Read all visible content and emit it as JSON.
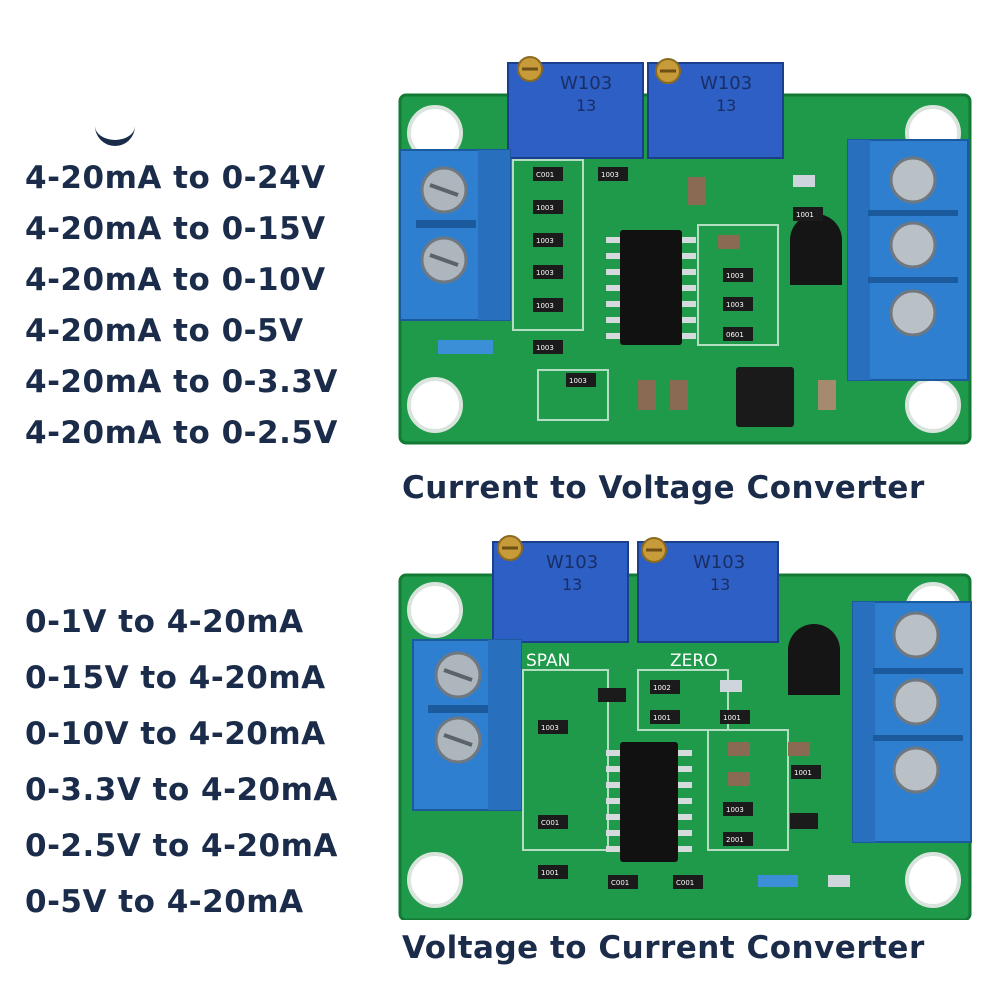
{
  "top_section": {
    "ranges": [
      "4-20mA to 0-24V",
      "4-20mA to 0-15V",
      "4-20mA to 0-10V",
      "4-20mA to 0-5V",
      "4-20mA to 0-3.3V",
      "4-20mA to 0-2.5V"
    ],
    "caption": "Current to Voltage Converter",
    "board": {
      "pot_labels": [
        "W103",
        "W103"
      ],
      "pot_sub_labels": [
        "13",
        "13"
      ],
      "resistor_codes": [
        "C001",
        "1003",
        "1003",
        "1003",
        "1003",
        "1003",
        "1003",
        "1003",
        "1003",
        "0601",
        "1001",
        "1003"
      ]
    }
  },
  "bottom_section": {
    "ranges": [
      "0-1V to 4-20mA",
      "0-15V to 4-20mA",
      "0-10V to 4-20mA",
      "0-3.3V to 4-20mA",
      "0-2.5V to 4-20mA",
      "0-5V to 4-20mA"
    ],
    "caption": "Voltage to Current Converter",
    "board": {
      "pot_labels": [
        "W103",
        "W103"
      ],
      "pot_sub_labels": [
        "13",
        "13"
      ],
      "silk_labels": [
        "SPAN",
        "ZERO"
      ],
      "resistor_codes": [
        "1002",
        "1001",
        "1001",
        "1001",
        "C001",
        "C001",
        "C001",
        "1003",
        "2001",
        "1001",
        "1003"
      ]
    }
  },
  "colors": {
    "pcb": "#1f9a4a",
    "pcb_dark": "#137a36",
    "terminal_blue": "#2f7fd0",
    "pot_blue": "#2d5fc4",
    "text": "#1a2c4a"
  }
}
